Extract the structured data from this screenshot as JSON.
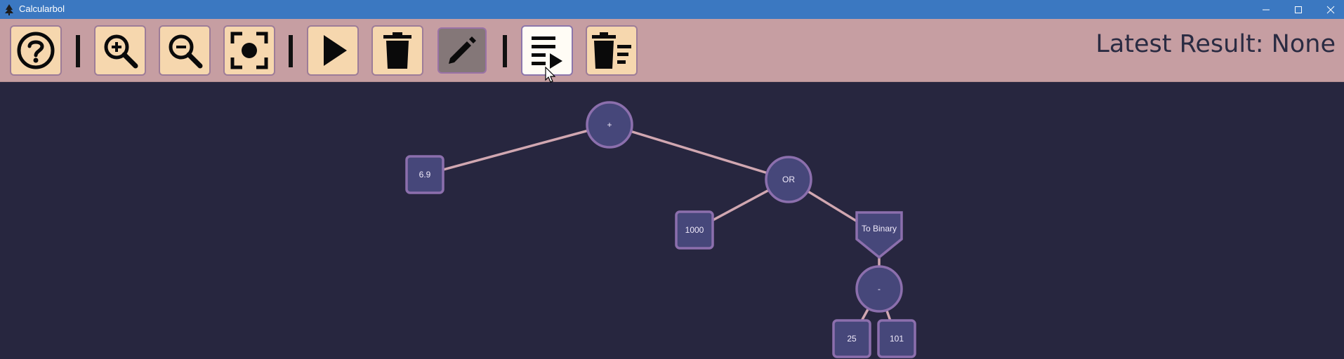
{
  "window": {
    "title": "Calcularbol",
    "controls": [
      "minimize",
      "maximize",
      "close"
    ]
  },
  "toolbar": {
    "buttons": [
      {
        "name": "help-button",
        "icon": "question-circle-icon"
      },
      {
        "name": "zoom-in-button",
        "icon": "zoom-in-icon"
      },
      {
        "name": "zoom-out-button",
        "icon": "zoom-out-icon"
      },
      {
        "name": "center-view-button",
        "icon": "focus-center-icon"
      },
      {
        "name": "run-button",
        "icon": "play-icon"
      },
      {
        "name": "delete-button",
        "icon": "trash-icon"
      },
      {
        "name": "edit-button",
        "icon": "pencil-icon",
        "state": "active"
      },
      {
        "name": "run-steps-button",
        "icon": "list-play-icon",
        "state": "hovered"
      },
      {
        "name": "clear-all-button",
        "icon": "trash-list-icon"
      }
    ],
    "latest_result": "Latest Result: None"
  },
  "colors": {
    "titlebar": "#3b78c1",
    "toolbar": "#c69ea2",
    "button_bg": "#f6d7ae",
    "canvas_bg": "#27263f",
    "node_fill": "#46477a",
    "node_border": "#8c6fad",
    "edge": "#d1a7b1"
  },
  "tree": {
    "nodes": [
      {
        "id": "plus",
        "label": "+",
        "shape": "circle"
      },
      {
        "id": "n69",
        "label": "6.9",
        "shape": "square"
      },
      {
        "id": "or",
        "label": "OR",
        "shape": "circle"
      },
      {
        "id": "n1000",
        "label": "1000",
        "shape": "square"
      },
      {
        "id": "tobinary",
        "label": "To Binary",
        "shape": "pentagon"
      },
      {
        "id": "minus",
        "label": "-",
        "shape": "circle"
      },
      {
        "id": "n25",
        "label": "25",
        "shape": "square"
      },
      {
        "id": "n101",
        "label": "101",
        "shape": "square"
      }
    ],
    "edges": [
      [
        "plus",
        "n69"
      ],
      [
        "plus",
        "or"
      ],
      [
        "or",
        "n1000"
      ],
      [
        "or",
        "tobinary"
      ],
      [
        "tobinary",
        "minus"
      ],
      [
        "minus",
        "n25"
      ],
      [
        "minus",
        "n101"
      ]
    ]
  }
}
